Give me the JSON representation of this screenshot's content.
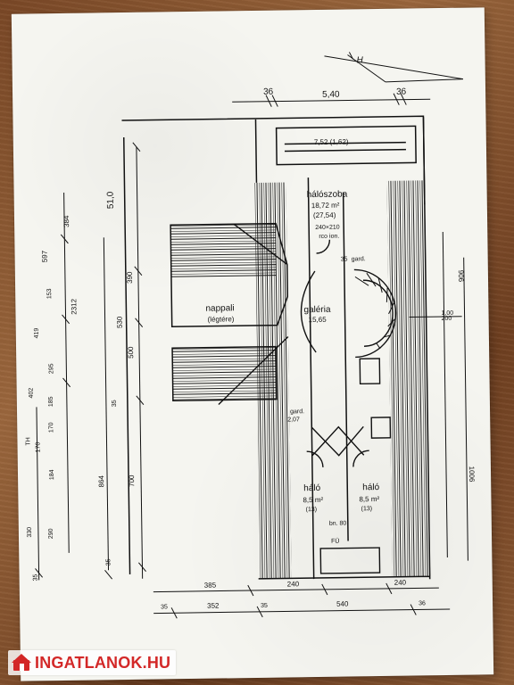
{
  "watermark": {
    "brand": "INGATLANOK.HU",
    "logo_icon": "house-icon",
    "color": "#d32828"
  },
  "plan": {
    "north_label": "H",
    "top_dims": [
      "36",
      "5,40",
      "36"
    ],
    "rooms": {
      "balcony": "7,52 (1,62)",
      "bedroom_top": "hálószoba",
      "bedroom_top_area": "18,72 m²",
      "bedroom_top_area_old": "(27,54)",
      "bedroom_top_door": "240×210",
      "bedroom_top_door_sub": "rco ion.",
      "wardrobe": "gard.",
      "wardrobe_size": "35",
      "living": "nappali",
      "living_sub": "(légtére)",
      "gallery": "galéria",
      "gallery_area": "15,65",
      "wc": "gard.",
      "wc_size": "2,07",
      "bedroom_left": "háló",
      "bedroom_left_area": "8,5 m²",
      "bedroom_left_old": "(13)",
      "bedroom_right": "háló",
      "bedroom_right_area": "8,5 m²",
      "bedroom_right_old": "(13)",
      "door_label": "bn. 80",
      "stair_label": "FÜ"
    },
    "left_dims": {
      "a": "51,0",
      "b": "390",
      "c": "530",
      "d": "500",
      "e": "864",
      "f": "700",
      "g": "35",
      "h": "35"
    },
    "far_left_dims": {
      "a": "384",
      "b": "597",
      "c": "2312",
      "d": "419",
      "e": "153",
      "f": "295",
      "g": "402",
      "h": "185",
      "i": "170",
      "j": "TH",
      "k": "170",
      "l": "184",
      "m": "330",
      "n": "290",
      "o": "35"
    },
    "right_dims": {
      "a": "1,00",
      "b": "200",
      "c": "906",
      "d": "1006"
    },
    "bottom_dims": [
      "385",
      "240",
      "240",
      "35",
      "352",
      "35",
      "540",
      "36"
    ]
  }
}
